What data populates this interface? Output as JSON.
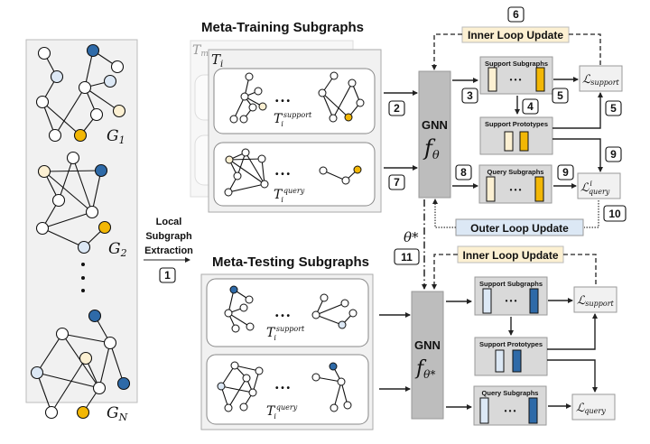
{
  "colors": {
    "white_node": "#ffffff",
    "light_blue_node": "#dce8f5",
    "dark_blue_node": "#2e6aa8",
    "light_yellow_node": "#fcf0d2",
    "gold_node": "#f2b705",
    "panel_bg": "#f1f1f1",
    "gnn_bg": "#bdbdbd",
    "inner_loop_bg": "#fcf0d2",
    "outer_loop_bg": "#dce8f5"
  },
  "graphs_panel": {
    "labels": {
      "g1": "G",
      "g1_sub": "1",
      "g2": "G",
      "g2_sub": "2",
      "gn": "G",
      "gn_sub": "N"
    },
    "ellipsis": "⋮"
  },
  "extraction": {
    "line1": "Local",
    "line2": "Subgraph",
    "line3": "Extraction",
    "step": "1"
  },
  "meta_training": {
    "title": "Meta-Training Subgraphs",
    "task_back_label": "T",
    "task_back_sub": "m",
    "task_front_label": "T",
    "task_front_sub": "i",
    "support_label": "T",
    "support_sub": "i",
    "support_sup": "support",
    "query_label": "T",
    "query_sub": "i",
    "query_sup": "query",
    "dots": "• • •"
  },
  "meta_testing": {
    "title": "Meta-Testing Subgraphs",
    "support_label": "T",
    "support_sub": "i",
    "support_sup": "support",
    "query_label": "T",
    "query_sub": "i",
    "query_sup": "query",
    "dots": "• • •"
  },
  "training_pipeline": {
    "gnn_label": "GNN",
    "gnn_func": "f",
    "gnn_func_sub": "θ",
    "inner_loop": "Inner Loop Update",
    "outer_loop": "Outer Loop Update",
    "support_subgraphs": "Support Subgraphs",
    "support_prototypes": "Support Prototypes",
    "query_subgraphs": "Query Subgraphs",
    "loss_support": "ℒ",
    "loss_support_sub": "support",
    "loss_query": "ℒ",
    "loss_query_sub": "query",
    "loss_query_sup": "i",
    "dots": "• • •",
    "steps": {
      "s2": "2",
      "s3": "3",
      "s4": "4",
      "s5a": "5",
      "s5b": "5",
      "s6": "6",
      "s7": "7",
      "s8": "8",
      "s9a": "9",
      "s9b": "9",
      "s10": "10"
    }
  },
  "theta_transfer": {
    "label": "θ*",
    "step": "11"
  },
  "testing_pipeline": {
    "gnn_label": "GNN",
    "gnn_func": "f",
    "gnn_func_sub": "θ*",
    "inner_loop": "Inner Loop Update",
    "support_subgraphs": "Support Subgraphs",
    "support_prototypes": "Support Prototypes",
    "query_subgraphs": "Query Subgraphs",
    "loss_support": "ℒ",
    "loss_support_sub": "support",
    "loss_query": "ℒ",
    "loss_query_sub": "query",
    "dots": "• • •"
  }
}
